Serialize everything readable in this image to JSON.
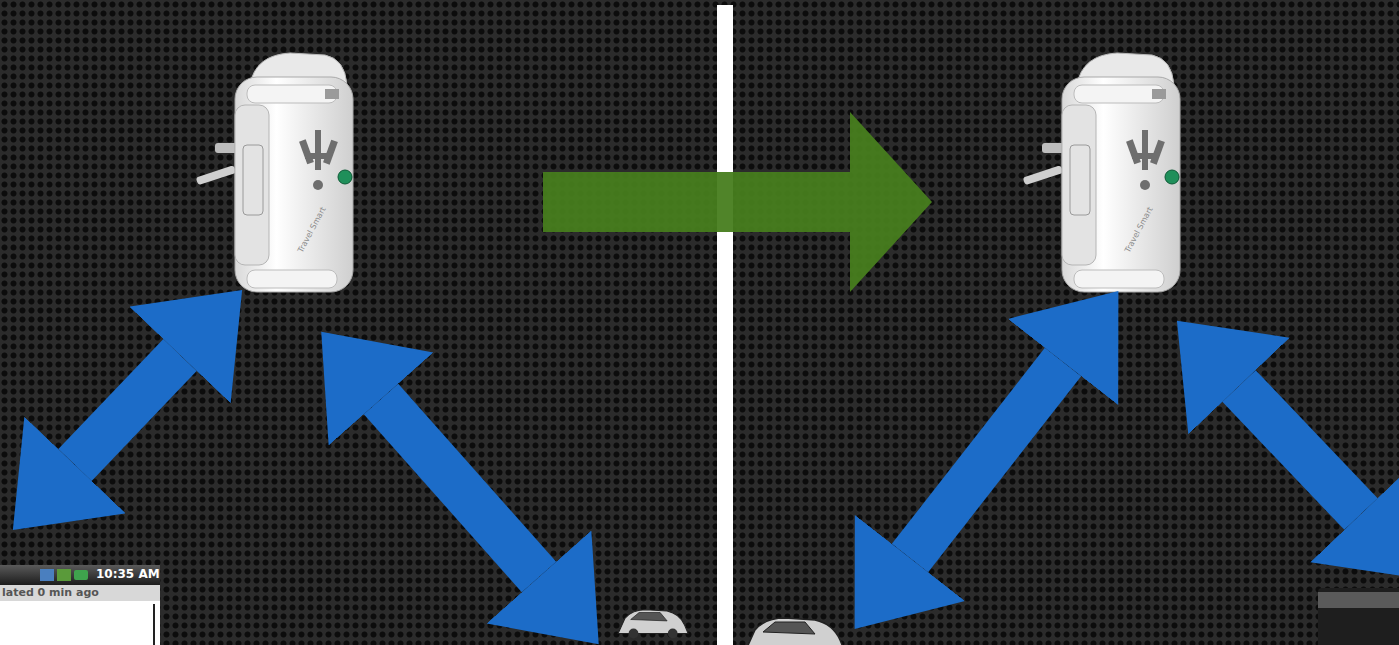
{
  "diagram": {
    "labels": [
      "10:35 AM",
      "lated 0 min ago",
      "Travel Smart",
      "Travel Smart"
    ]
  }
}
